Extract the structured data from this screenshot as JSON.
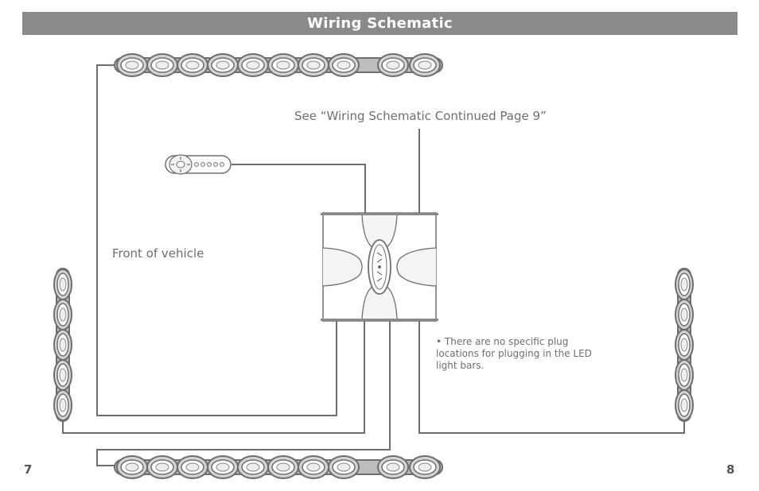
{
  "header": {
    "title": "Wiring Schematic"
  },
  "labels": {
    "continued_note": "See “Wiring Schematic Continued Page 9”",
    "front_of_vehicle": "Front of vehicle",
    "plug_note": "• There are no specific plug locations for plugging in the LED light bars."
  },
  "page_numbers": {
    "left": "7",
    "right": "8"
  },
  "colors": {
    "title_bar": "#8a8a8a",
    "line": "#6e6e6e",
    "fill": "#d4d4d4"
  },
  "components": {
    "light_bars": {
      "horizontal_pods": 10,
      "vertical_pods": 5
    },
    "remote_buttons": 5
  }
}
